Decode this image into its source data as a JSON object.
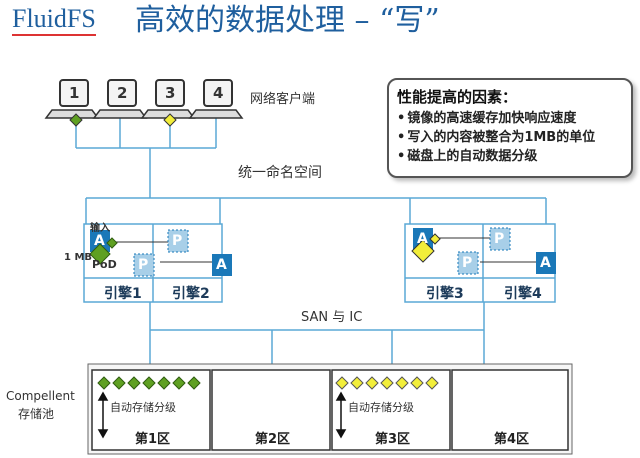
{
  "header": {
    "title_en": "FluidFS",
    "title_cn": "高效的数据处理 – “写”"
  },
  "clients": {
    "label": "网络客户端",
    "numbers": [
      "1",
      "2",
      "3",
      "4"
    ]
  },
  "namespace_label": "统一命名空间",
  "factors": {
    "title": "性能提高的因素：",
    "items": [
      "镜像的高速缓存加快响应速度",
      "写入的内容被整合为1MB的单位",
      "磁盘上的自动数据分级"
    ]
  },
  "engines": [
    {
      "label": "引擎1"
    },
    {
      "label": "引擎2"
    },
    {
      "label": "引擎3"
    },
    {
      "label": "引擎4"
    }
  ],
  "node_labels": {
    "active": "A",
    "passive": "P"
  },
  "write_annotations": {
    "input": "输入",
    "size": "1 MB",
    "pod": "PoD"
  },
  "san_label": "SAN 与 IC",
  "storage": {
    "pool_label_line1": "Compellent",
    "pool_label_line2": "存储池",
    "tiering_label": "自动存储分级",
    "zones": [
      "第1区",
      "第2区",
      "第3区",
      "第4区"
    ]
  },
  "colors": {
    "accent_blue": "#1f5f9e",
    "node_blue": "#1a78b8",
    "node_light": "#a8cfe8",
    "line_blue": "#5aa9d6",
    "green": "#5fa022",
    "yellow": "#f2ee3a"
  }
}
